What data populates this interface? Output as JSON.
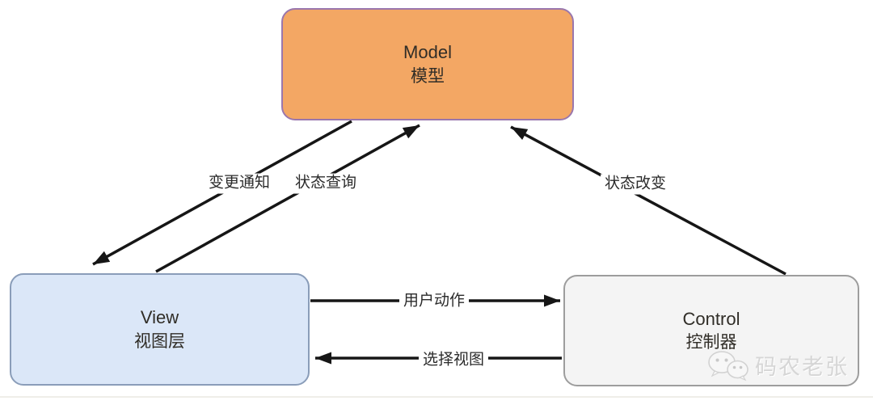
{
  "nodes": {
    "model": {
      "label": "Model",
      "sublabel": "模型",
      "fill": "#f3a764",
      "border": "#9a77ad",
      "text_color": "#302d27"
    },
    "view": {
      "label": "View",
      "sublabel": "视图层",
      "fill": "#dbe7f8",
      "border": "#8a9db9",
      "text_color": "#2e3138"
    },
    "control": {
      "label": "Control",
      "sublabel": "控制器",
      "fill": "#f4f4f4",
      "border": "#9d9d9d",
      "text_color": "#2f2f2f"
    }
  },
  "edges": {
    "change_notify": {
      "label": "变更通知",
      "from": "model",
      "to": "view"
    },
    "state_query": {
      "label": "状态查询",
      "from": "view",
      "to": "model"
    },
    "state_change": {
      "label": "状态改变",
      "from": "control",
      "to": "model"
    },
    "user_action": {
      "label": "用户动作",
      "from": "view",
      "to": "control"
    },
    "select_view": {
      "label": "选择视图",
      "from": "control",
      "to": "view"
    }
  },
  "arrow_color": "#161616",
  "watermark": {
    "icon": "wechat-icon",
    "text": "码农老张"
  }
}
